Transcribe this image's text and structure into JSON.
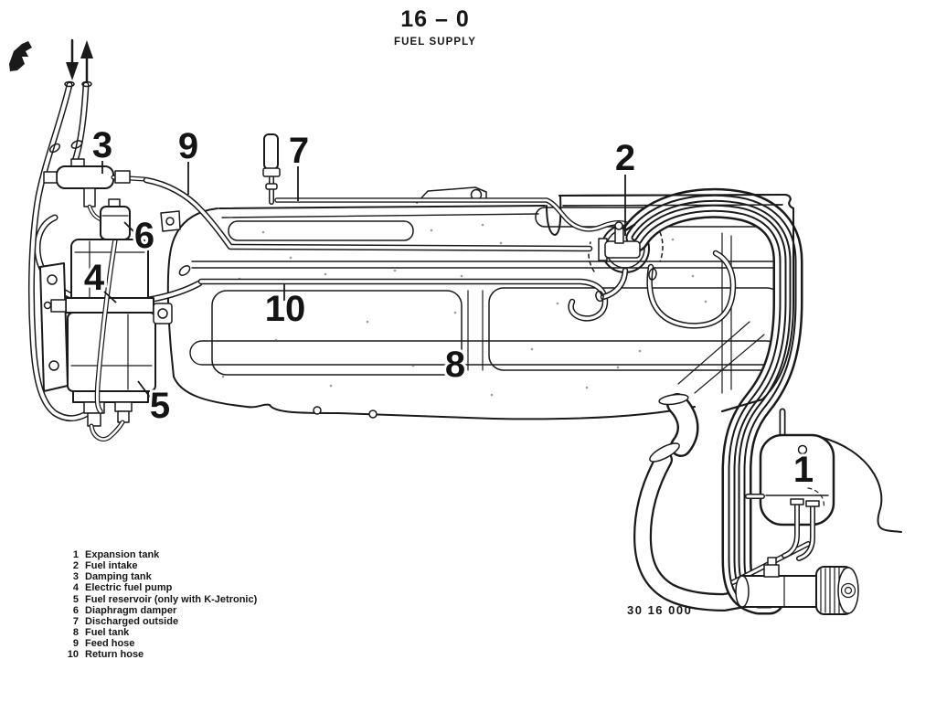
{
  "page": {
    "background": "#ffffff",
    "ink": "#1a1a1a"
  },
  "header": {
    "section_code": "16 – 0",
    "section_title": "FUEL SUPPLY"
  },
  "figure": {
    "drawing_number": "30 16 000",
    "callout_labels": [
      "1",
      "2",
      "3",
      "4",
      "5",
      "6",
      "7",
      "8",
      "9",
      "10"
    ]
  },
  "legend": {
    "items": [
      {
        "num": "1",
        "label": "Expansion tank"
      },
      {
        "num": "2",
        "label": "Fuel intake"
      },
      {
        "num": "3",
        "label": "Damping tank"
      },
      {
        "num": "4",
        "label": "Electric fuel pump"
      },
      {
        "num": "5",
        "label": "Fuel reservoir (only with K-Jetronic)"
      },
      {
        "num": "6",
        "label": "Diaphragm damper"
      },
      {
        "num": "7",
        "label": "Discharged outside"
      },
      {
        "num": "8",
        "label": "Fuel tank"
      },
      {
        "num": "9",
        "label": "Feed hose"
      },
      {
        "num": "10",
        "label": "Return hose"
      }
    ]
  }
}
